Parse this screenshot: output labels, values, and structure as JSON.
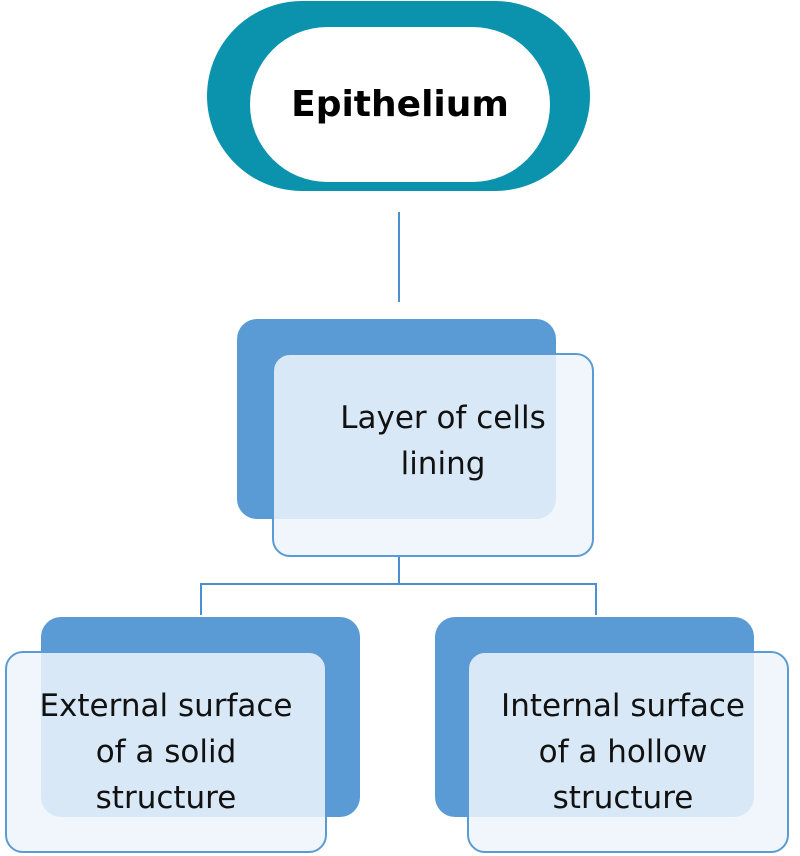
{
  "diagram": {
    "root": {
      "label": "Epithelium"
    },
    "middle": {
      "label": "Layer of cells\nlining"
    },
    "children": [
      {
        "label": "External surface\nof a solid\nstructure"
      },
      {
        "label": "Internal surface\nof a hollow\nstructure"
      }
    ]
  },
  "colors": {
    "root_border": "#0b93ad",
    "card_back": "#5b9bd5",
    "card_front": "#eef4fc",
    "connector": "#4a8fd0"
  }
}
